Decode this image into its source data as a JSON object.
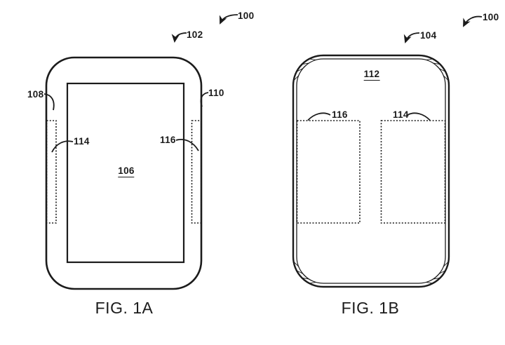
{
  "page": {
    "background": "#ffffff",
    "line_color": "#1b1b1b"
  },
  "fig1a": {
    "caption": "FIG. 1A",
    "refs": {
      "r100": "100",
      "r102": "102",
      "r106": "106",
      "r108": "108",
      "r110": "110",
      "r114": "114",
      "r116": "116"
    }
  },
  "fig1b": {
    "caption": "FIG. 1B",
    "refs": {
      "r100": "100",
      "r104": "104",
      "r112": "112",
      "r114": "114",
      "r116": "116"
    }
  }
}
